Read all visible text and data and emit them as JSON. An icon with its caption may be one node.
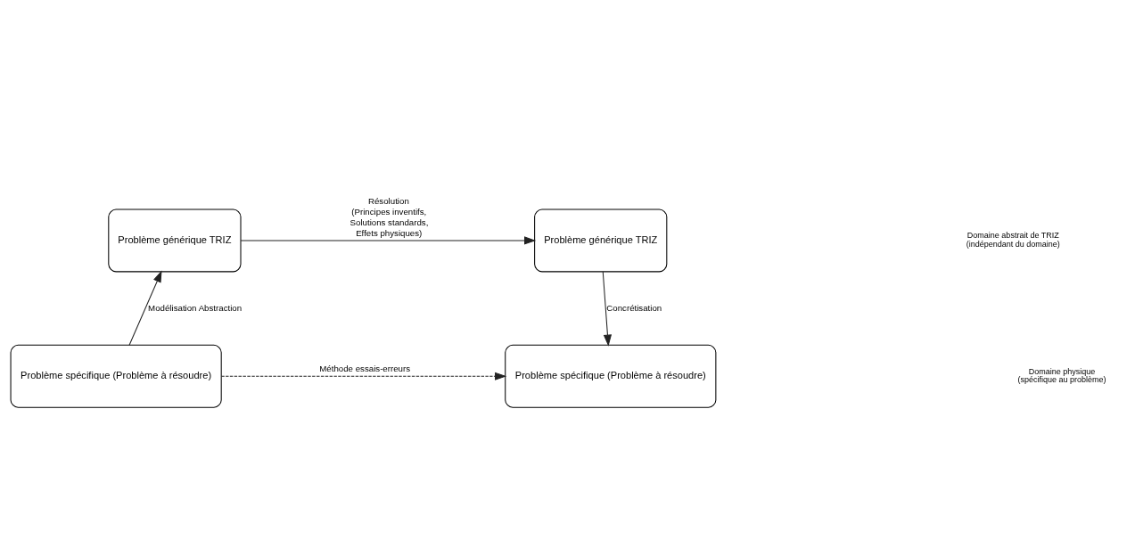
{
  "diagram": {
    "nodes": [
      {
        "text": [
          "Problème générique TRIZ"
        ]
      },
      {
        "text": [
          "Problème générique TRIZ"
        ]
      },
      {
        "text": [
          "Problème spécifique (Problème à résoudre)"
        ]
      },
      {
        "text": [
          "Problème spécifique (Problème à résoudre)"
        ]
      }
    ],
    "edges": [
      {
        "from": 0,
        "to": 1,
        "arrow": "to",
        "label": "Résolution (Principes inventifs, Solutions standards, Effets physiques)"
      },
      {
        "from": 2,
        "to": 0,
        "arrow": "to",
        "label": "Modélisation Abstraction"
      },
      {
        "from": 1,
        "to": 3,
        "arrow": "to",
        "label": "Concrétisation"
      },
      {
        "from": 2,
        "to": 3,
        "arrow": "to",
        "label": "Méthode essais-erreurs",
        "style": "dashed"
      }
    ],
    "labels": [
      "Domaine abstrait de TRIZ (indépendant du domaine)",
      "Domaine physique (spécifique au problème)"
    ]
  }
}
